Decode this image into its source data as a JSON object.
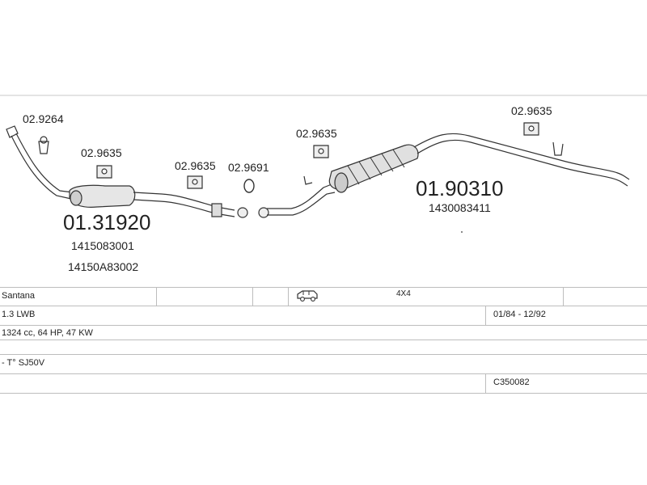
{
  "parts": {
    "clamp_front": "02.9264",
    "hanger_front": "02.9635",
    "hanger_mid": "02.9635",
    "ring": "02.9691",
    "hanger_center": "02.9635",
    "hanger_rear": "02.9635",
    "front_part_no": "01.31920",
    "front_oem_1": "1415083001",
    "front_oem_2": "14150A83002",
    "rear_part_no": "01.90310",
    "rear_oem": "1430083411"
  },
  "table": {
    "model": "Santana",
    "drive": "4X4",
    "engine_variant": "1.3 LWB",
    "years": "01/84 - 12/92",
    "engine_spec": "1324 cc, 64 HP, 47 KW",
    "type_code": "- T° SJ50V",
    "catalog_no": "C350082"
  },
  "icons": {
    "vehicle": "suv-icon"
  }
}
